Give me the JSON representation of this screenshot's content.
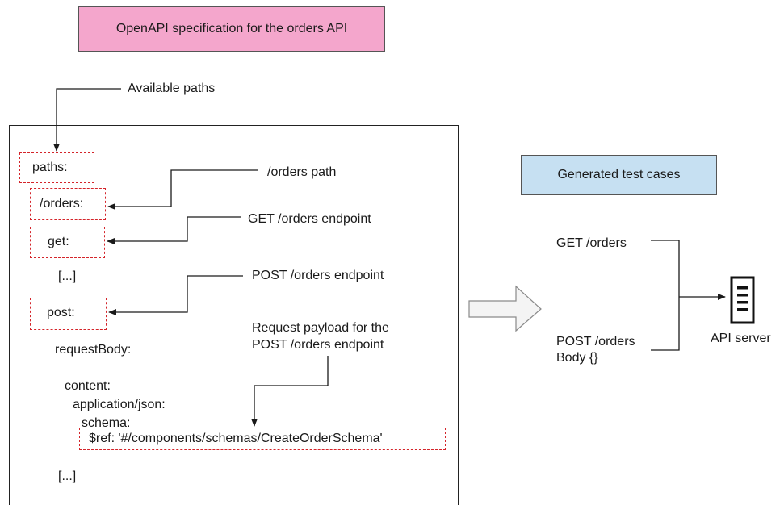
{
  "spec_title": "OpenAPI specification for the orders API",
  "tests_title": "Generated test cases",
  "colors": {
    "spec_title_bg": "#f4a6cc",
    "tests_title_bg": "#c6e0f2",
    "highlight_border": "#d4242a"
  },
  "annotations": {
    "available_paths": "Available paths",
    "orders_path": "/orders path",
    "get_endpoint": "GET /orders endpoint",
    "post_endpoint": "POST /orders endpoint",
    "request_payload_line1": "Request payload for the",
    "request_payload_line2": "POST /orders endpoint"
  },
  "spec_lines": {
    "paths": "paths:",
    "orders": "/orders:",
    "get": "get:",
    "ellipsis1": "[...]",
    "post": "post:",
    "request_body": "requestBody:",
    "content": "content:",
    "application_json": "application/json:",
    "schema": "schema:",
    "ref": "$ref: '#/components/schemas/CreateOrderSchema'",
    "ellipsis2": "[...]"
  },
  "tests": {
    "get": "GET /orders",
    "post_line1": "POST /orders",
    "post_line2": "Body {}"
  },
  "server": {
    "label": "API server",
    "icon": "server-icon"
  }
}
